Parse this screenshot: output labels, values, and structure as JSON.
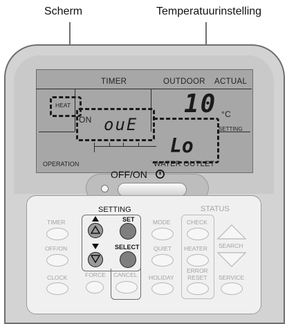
{
  "callouts": {
    "screen": "Scherm",
    "temperature_setting": "Temperatuurinstelling"
  },
  "lcd": {
    "timer": "TIMER",
    "outdoor": "OUTDOOR",
    "actual": "ACTUAL",
    "heat": "HEAT",
    "on": "ON",
    "digits_out": "ouE",
    "digits_temp": "10",
    "unit": "°C",
    "setting": "SETTING",
    "digits_lo": "Lo",
    "operation": "OPERATION",
    "water_outlet": "WATER OUTLET"
  },
  "power": {
    "label": "OFF/ON"
  },
  "panel": {
    "setting_header": "SETTING",
    "status_header": "STATUS",
    "set": "SET",
    "select": "SELECT",
    "buttons": {
      "timer": "TIMER",
      "offon": "OFF/ON",
      "clock": "CLOCK",
      "force": "FORCE",
      "cancel": "CANCEL",
      "mode": "MODE",
      "quiet": "QUIET",
      "holiday": "HOLIDAY",
      "check": "CHECK",
      "heater": "HEATER",
      "error_reset_1": "ERROR",
      "error_reset_2": "RESET",
      "search": "SEARCH",
      "service": "SERVICE"
    }
  }
}
